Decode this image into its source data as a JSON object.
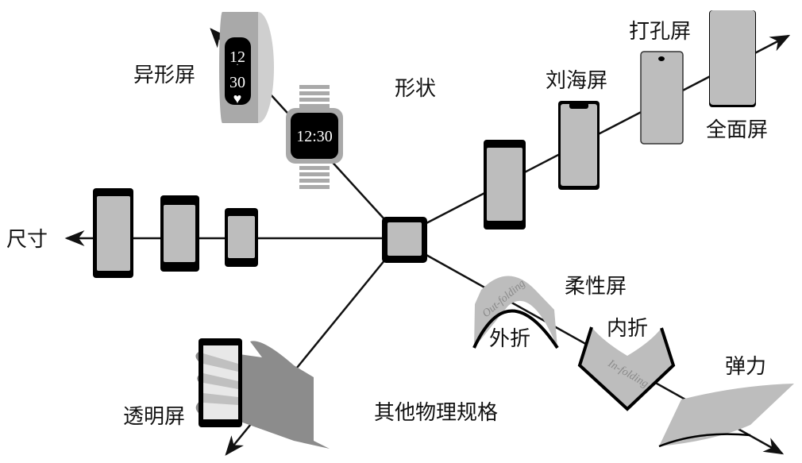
{
  "diagram": {
    "title": "Screen physical specifications",
    "center": "center-screen",
    "branches": [
      {
        "id": "shape",
        "label": "形状",
        "items": [
          {
            "label": "异形屏",
            "screen_text": [
              "12",
              "30"
            ],
            "icon": "heart-icon"
          },
          {
            "label": "",
            "screen_text": "12:30"
          }
        ]
      },
      {
        "id": "notch",
        "items": [
          {
            "label": "刘海屏"
          },
          {
            "label": "打孔屏"
          },
          {
            "label": "全面屏"
          }
        ]
      },
      {
        "id": "size",
        "label": "尺寸"
      },
      {
        "id": "flexible",
        "label": "柔性屏",
        "items": [
          {
            "label": "外折",
            "caption": "Out-folding"
          },
          {
            "label": "内折",
            "caption": "In-folding"
          },
          {
            "label": "弹力"
          }
        ]
      },
      {
        "id": "other",
        "label": "其他物理规格",
        "items": [
          {
            "label": "透明屏"
          }
        ]
      }
    ]
  }
}
